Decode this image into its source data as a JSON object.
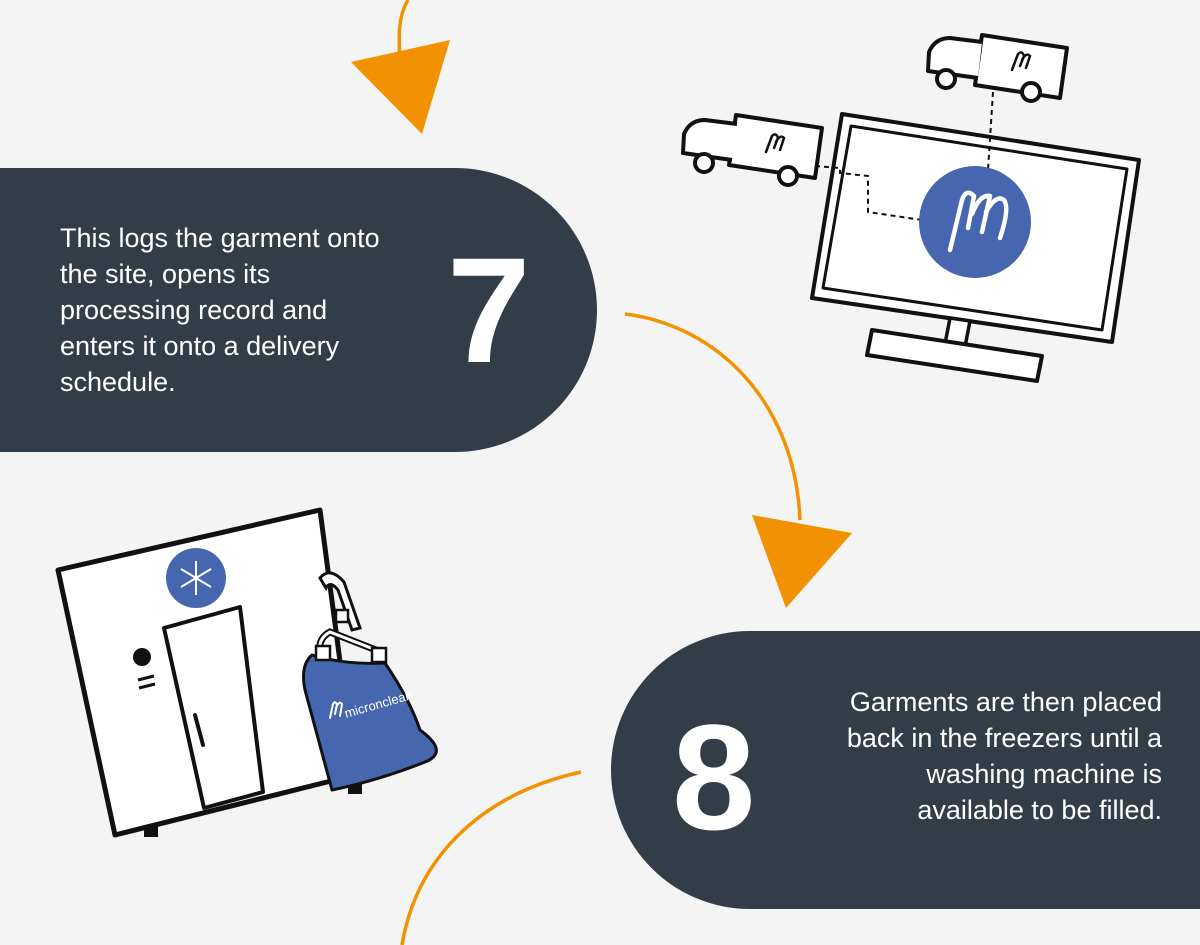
{
  "steps": [
    {
      "number": "7",
      "description": "This logs the garment onto the site, opens its processing record and enters it onto a delivery schedule."
    },
    {
      "number": "8",
      "description": "Garments are then placed back in the freezers until a washing machine is available to be filled."
    }
  ],
  "bag_brand": "micronclean",
  "colors": {
    "background": "#f4f4f4",
    "panel": "#333d47",
    "accent_orange": "#f39200",
    "brand_blue": "#4766b0",
    "outline": "#111111"
  },
  "icons": [
    "delivery-truck-icon",
    "computer-monitor-icon",
    "micronclean-logo-icon",
    "freezer-icon",
    "snowflake-icon",
    "laundry-bag-icon"
  ]
}
